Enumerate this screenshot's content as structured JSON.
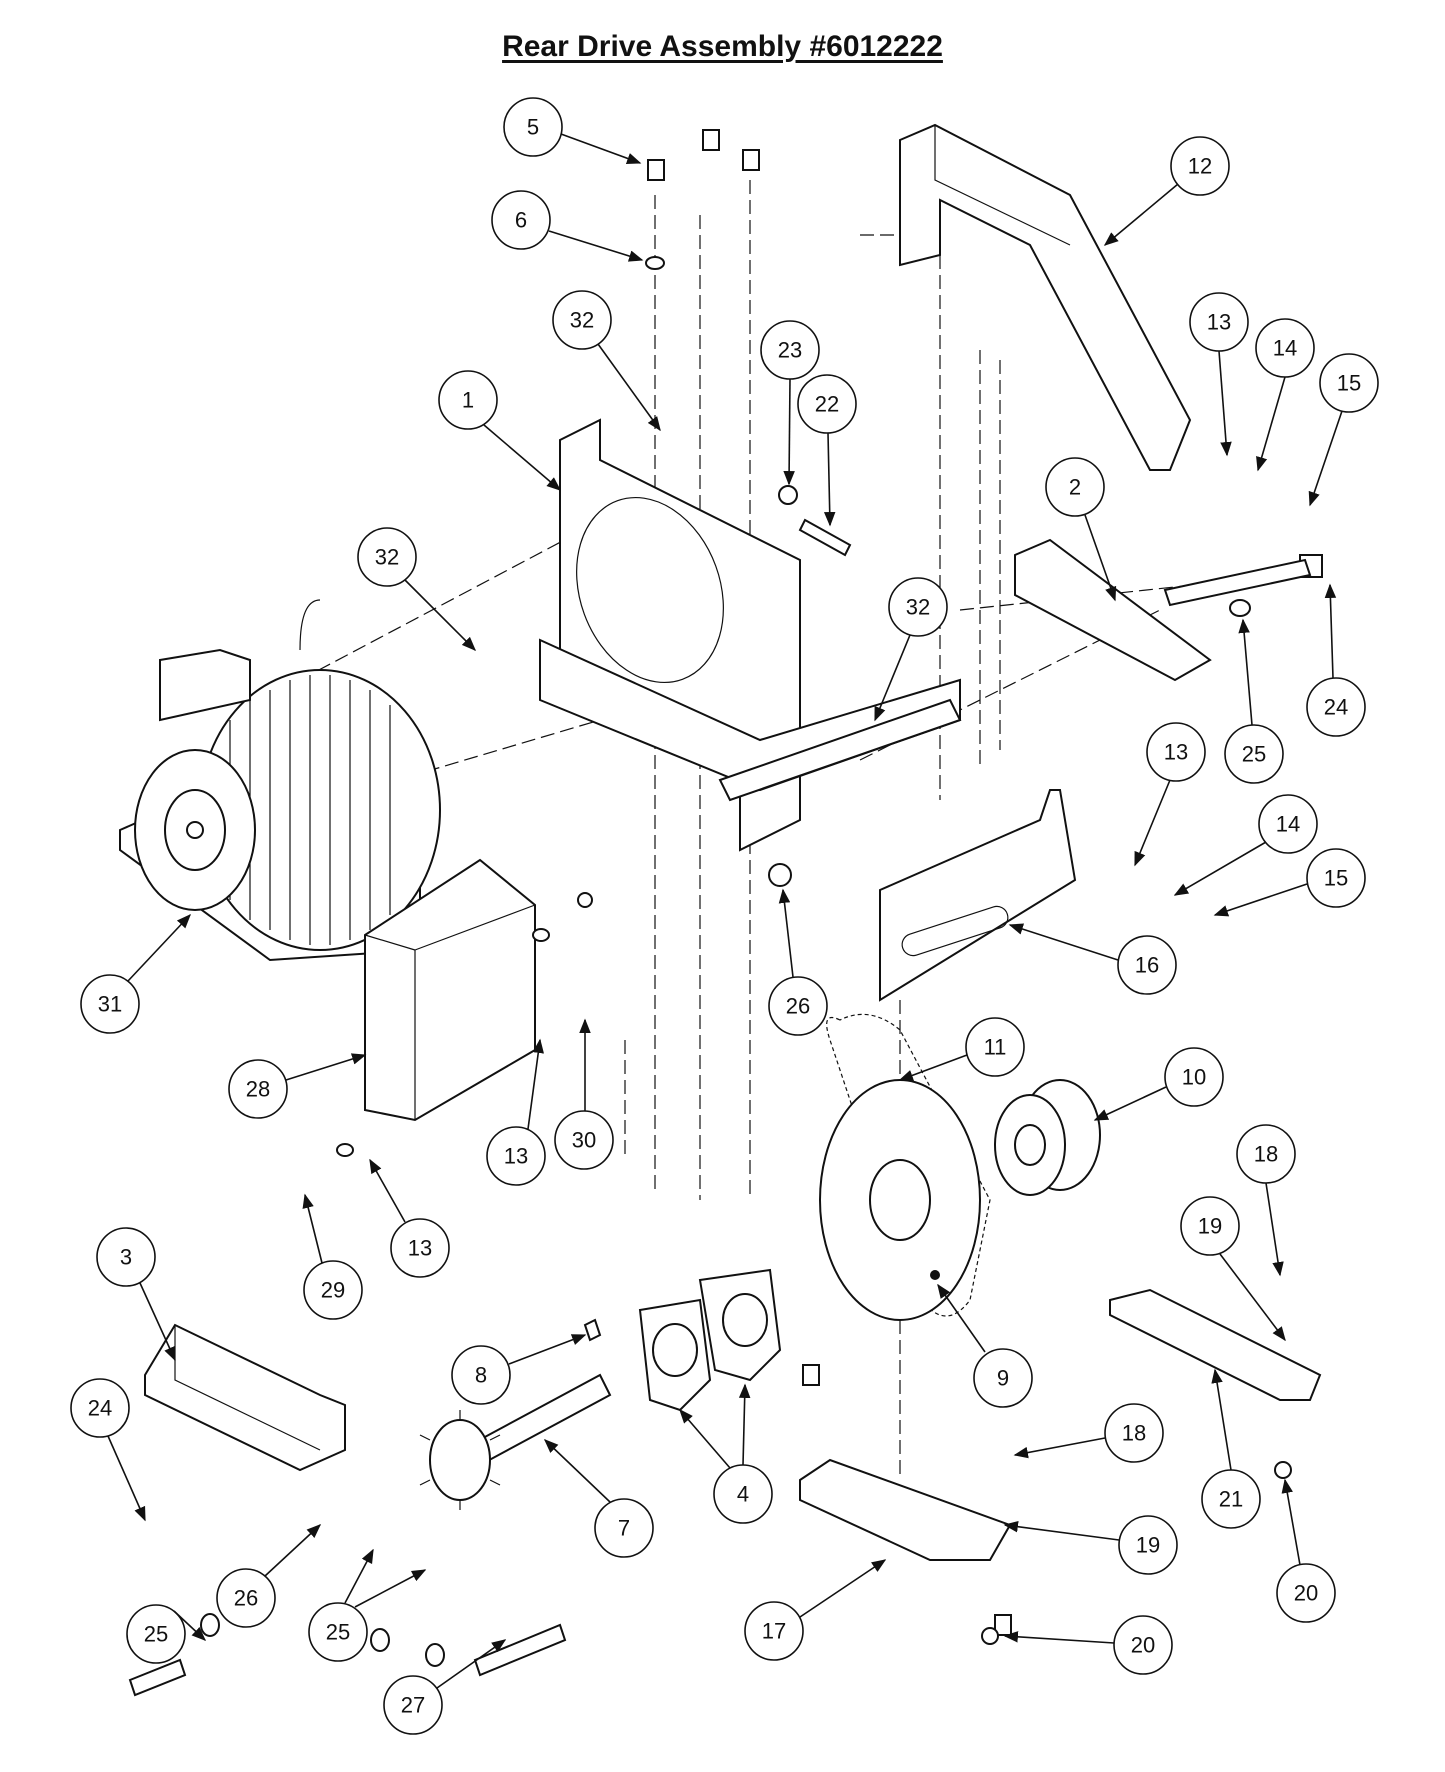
{
  "title": "Rear Drive Assembly #6012222",
  "callouts": [
    "1",
    "2",
    "3",
    "4",
    "5",
    "6",
    "7",
    "8",
    "9",
    "10",
    "11",
    "12",
    "13",
    "14",
    "15",
    "16",
    "17",
    "18",
    "19",
    "20",
    "21",
    "22",
    "23",
    "24",
    "25",
    "26",
    "27",
    "28",
    "29",
    "30",
    "31",
    "32"
  ],
  "icons": {
    "engine": "engine-icon",
    "chain": "chain-icon",
    "sprocket": "sprocket-icon",
    "gear": "gear-icon",
    "bolt": "bolt-icon",
    "washer": "washer-icon",
    "nut": "nut-icon",
    "bracket": "bracket-icon",
    "bearing": "bearing-icon"
  },
  "colors": {
    "line": "#111111",
    "background": "#ffffff"
  }
}
